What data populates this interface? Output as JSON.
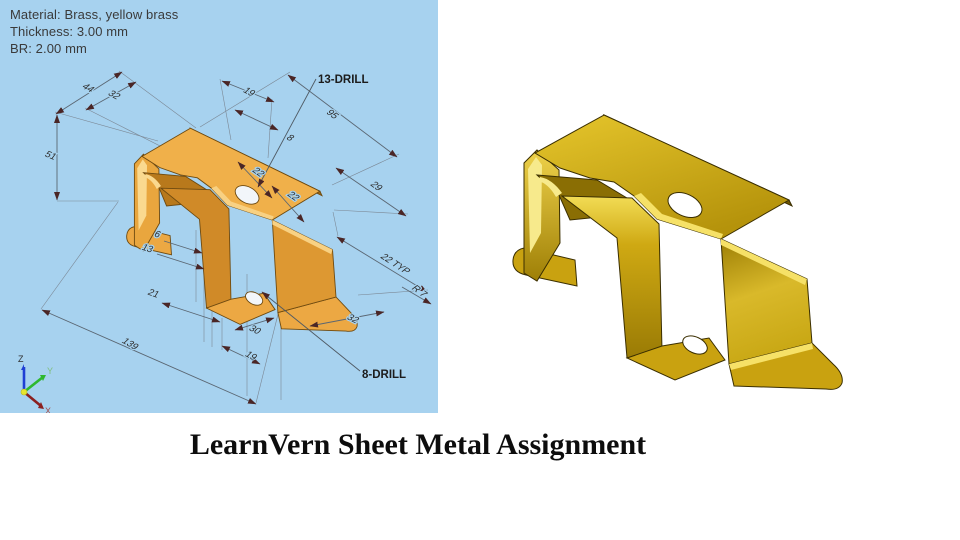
{
  "title": "LearnVern Sheet Metal Assignment",
  "drawing_panel": {
    "background": "#A7D2EF",
    "header": {
      "line1": "Material: Brass, yellow brass",
      "line2": "Thickness: 3.00 mm",
      "line3": "BR: 2.00 mm"
    },
    "callouts": {
      "drill13": "13-DRILL",
      "drill8": "8-DRILL"
    },
    "dimensions": {
      "d44": "44",
      "d32": "32",
      "d19": "19",
      "d95": "95",
      "d8": "8",
      "d22a": "22",
      "d22b": "22",
      "d29": "29",
      "d22typ": "22 TYP",
      "dr7": "R 7",
      "d51": "51",
      "d6": "6",
      "d13": "13",
      "d21": "21",
      "d30": "30",
      "d19b": "19",
      "d139": "139",
      "d32b": "32"
    },
    "axis_triad": {
      "x": "X",
      "y": "Y",
      "z": "Z"
    }
  },
  "render_panel": {
    "background": "#FFFFFF",
    "material_color": "#C9A512"
  },
  "colors": {
    "panel_blue": "#A7D2EF",
    "drawing_part_orange": "#E9A63E",
    "render_gold": "#C9A512",
    "axis_z": "#1f3fd4",
    "axis_y": "#2eb82e",
    "axis_x": "#8b2020"
  }
}
